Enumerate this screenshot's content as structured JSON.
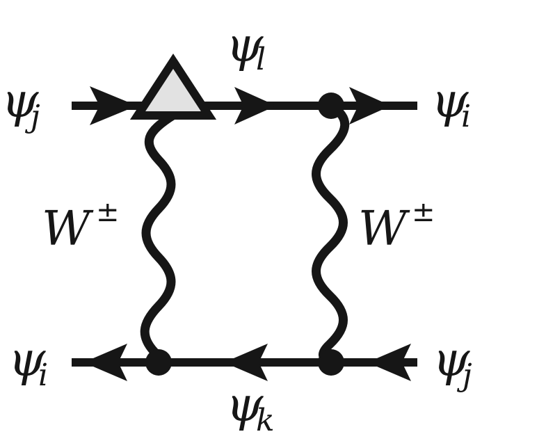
{
  "diagram": {
    "colors": {
      "ink": "#161616",
      "vertex_fill": "#e2e2e2",
      "background": "#ffffff"
    },
    "labels": {
      "top_left": {
        "base": "ψ",
        "sub": "j"
      },
      "top_middle": {
        "base": "ψ",
        "sub": "l"
      },
      "top_right": {
        "base": "ψ",
        "sub": "i"
      },
      "bottom_left": {
        "base": "ψ",
        "sub": "i"
      },
      "bottom_middle": {
        "base": "ψ",
        "sub": "k"
      },
      "bottom_right": {
        "base": "ψ",
        "sub": "j"
      },
      "boson_left": {
        "base": "W",
        "sup": "±"
      },
      "boson_right": {
        "base": "W",
        "sup": "±"
      }
    }
  }
}
